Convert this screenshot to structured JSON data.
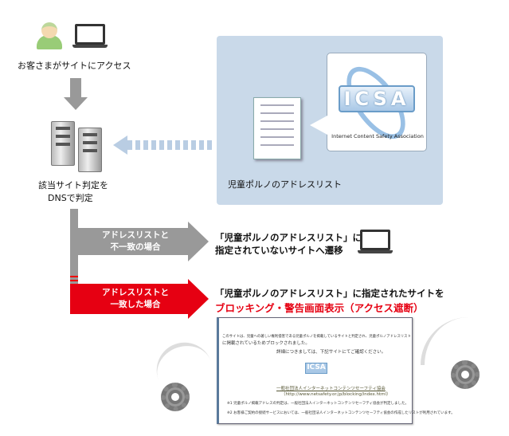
{
  "user": {
    "label": "お客さまがサイトにアクセス"
  },
  "dns": {
    "line1": "該当サイト判定を",
    "line2": "DNSで判定"
  },
  "panel": {
    "list_label": "児童ポルノのアドレスリスト",
    "logo_text": "ICSA",
    "logo_full": "Internet Content Safety Association"
  },
  "nomatch": {
    "arrow_line1": "アドレスリストと",
    "arrow_line2": "不一致の場合",
    "text_line1": "「児童ポルノのアドレスリスト」に",
    "text_line2": "指定されていないサイトへ遷移"
  },
  "match": {
    "arrow_line1": "アドレスリストと",
    "arrow_line2": "一致した場合",
    "text_line1": "「児童ポルノのアドレスリスト」に指定されたサイトを",
    "text_line2": "ブロッキング・警告画面表示（アクセス遮断）"
  },
  "block_page": {
    "para1": "このサイトは、児童への著しい権利侵害である児童ポルノを掲載しているサイトと判定され、児童ポルノアドレスリスト",
    "para1b": "に掲載されているためブロックされました。",
    "para2": "詳細につきましては、下記サイトにてご確認ください。",
    "logo_text": "ICSA",
    "org_link": "一般社団法人インターネットコンテンツセーフティ協会",
    "url": "（http://www.netsafety.or.jp/blocking/index.html）",
    "note1": "※1 児童ポルノ掲載アドレスの判定は、一般社団法人インターネットコンテンツセーフティ協会が判定しました。",
    "note2": "※2 お客様ご契約の接続サービスにおいては、一般社団法人インターネットコンテンツセーフティ協会の作成したリストが利用されています。"
  },
  "colors": {
    "panel": "#c9d9e9",
    "gray_arrow": "#999999",
    "red_arrow": "#e60012"
  }
}
